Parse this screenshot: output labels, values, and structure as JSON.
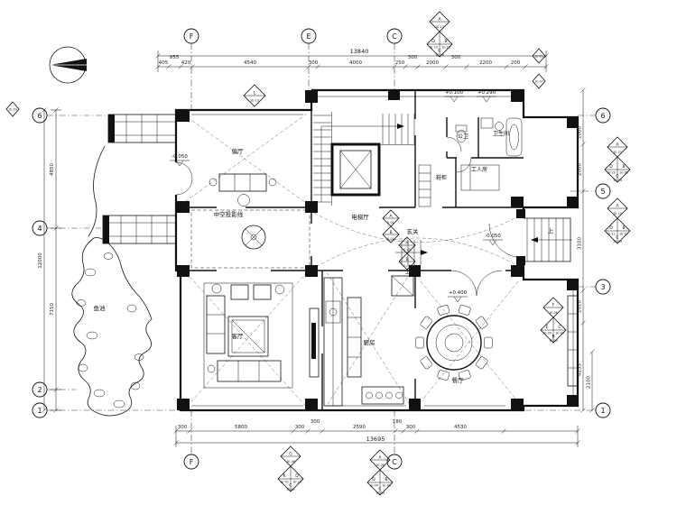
{
  "grid": {
    "top": [
      "F",
      "E",
      "C"
    ],
    "bottom": [
      "F",
      "C"
    ],
    "left": [
      "6",
      "4",
      "2",
      "1"
    ],
    "right": [
      "6",
      "5",
      "3",
      "1"
    ]
  },
  "dims": {
    "top_total": "13840",
    "top": [
      "405",
      "955",
      "420",
      "4540",
      "300",
      "4000",
      "250",
      "300",
      "2000",
      "300",
      "2200",
      "200"
    ],
    "bottom_total": "13695",
    "bottom": [
      "300",
      "5800",
      "300",
      "300",
      "2590",
      "180",
      "300",
      "4530"
    ],
    "left": [
      "4850",
      "7150"
    ],
    "left_total": "12000",
    "right": [
      "1000",
      "2000",
      "3100",
      "1010",
      "4235"
    ],
    "right_outer": "2100"
  },
  "rooms": {
    "side_hall": "偏厅",
    "public_wc": "公卫",
    "bathroom": "卫生间",
    "staff_room": "工人房",
    "shoe_cabinet": "鞋柜",
    "elevator_hall": "电梯厅",
    "foyer": "玄关",
    "void_line": "中空投影线",
    "living": "客厅",
    "kitchen": "厨房",
    "dining": "餐厅",
    "pond": "鱼池",
    "up": "上"
  },
  "levels": {
    "side_hall": "-0.050",
    "entry_a": "+0.100",
    "entry_b": "+0.290",
    "foyer": "-0.050",
    "dining": "+0.400"
  },
  "markers": {
    "top_center": {
      "a": "A",
      "ac": "1E-17",
      "d": "D",
      "dc": "1E-23",
      "b": "B",
      "bc": "1E-18",
      "c": "C",
      "cc": "1E-16"
    },
    "plan_l": {
      "l": "L",
      "code": "1E-13"
    },
    "corner_1": {
      "code": "1E-21"
    },
    "corner_2": {
      "code": "1E-07"
    },
    "left_edge": {
      "code": "1E-03"
    },
    "right_upper": {
      "a": "A",
      "ac": "1E-15",
      "d": "D",
      "dc": "1E-20",
      "b": "B",
      "bc": "1E-08",
      "c": "C",
      "cc": "1E-14"
    },
    "right_mid": {
      "a": "A",
      "ac": "1E-10",
      "d": "D",
      "dc": "1E-11",
      "b": "B",
      "bc": "1E-12",
      "c": "C",
      "cc": "1E-09"
    },
    "right_lower": {
      "a": "F",
      "ac": "1E-06",
      "d": "E",
      "dc": "1E-05",
      "b": "C",
      "bc": "1E-04",
      "c": "B",
      "cc": "1E-03"
    },
    "plan_a": {
      "a": "A",
      "ac": "E-01",
      "b": "B",
      "bc": "E-02"
    },
    "plan_b": {
      "a": "A",
      "ac": "E-03",
      "b": "B",
      "bc": "E-04"
    },
    "bottom_1": {
      "a": "G",
      "ac": "1E-09",
      "d": "K",
      "dc": "1E-02",
      "b": "D",
      "bc": "1E-16",
      "c": "C",
      "cc": "1E-01"
    },
    "bottom_2": {
      "a": "A",
      "ac": "1E-06",
      "d": "D",
      "dc": "1E-04",
      "b": "B",
      "bc": "1E-03",
      "c": "C",
      "cc": "1E-05"
    }
  }
}
